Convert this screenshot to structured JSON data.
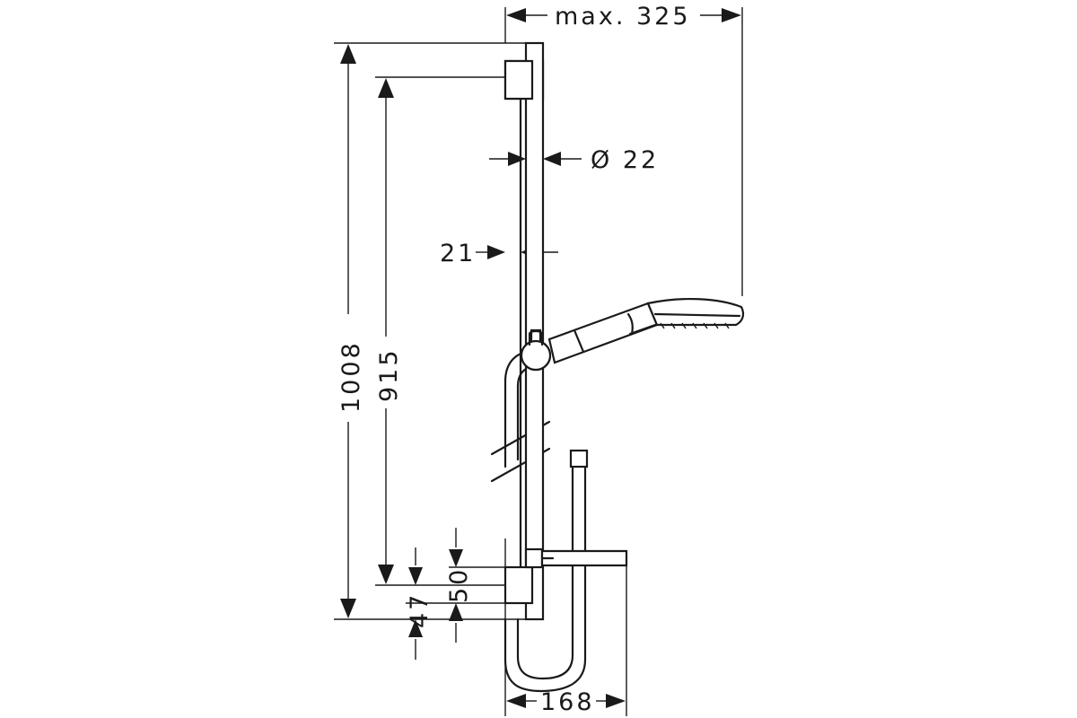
{
  "dimensions": {
    "total_height": "1008",
    "rail_length": "915",
    "diameter": "Ø 22",
    "wall_offset": "21",
    "max_reach": "max. 325",
    "hose_width": "168",
    "bottom_bracket": "47",
    "bracket_height": "50"
  }
}
